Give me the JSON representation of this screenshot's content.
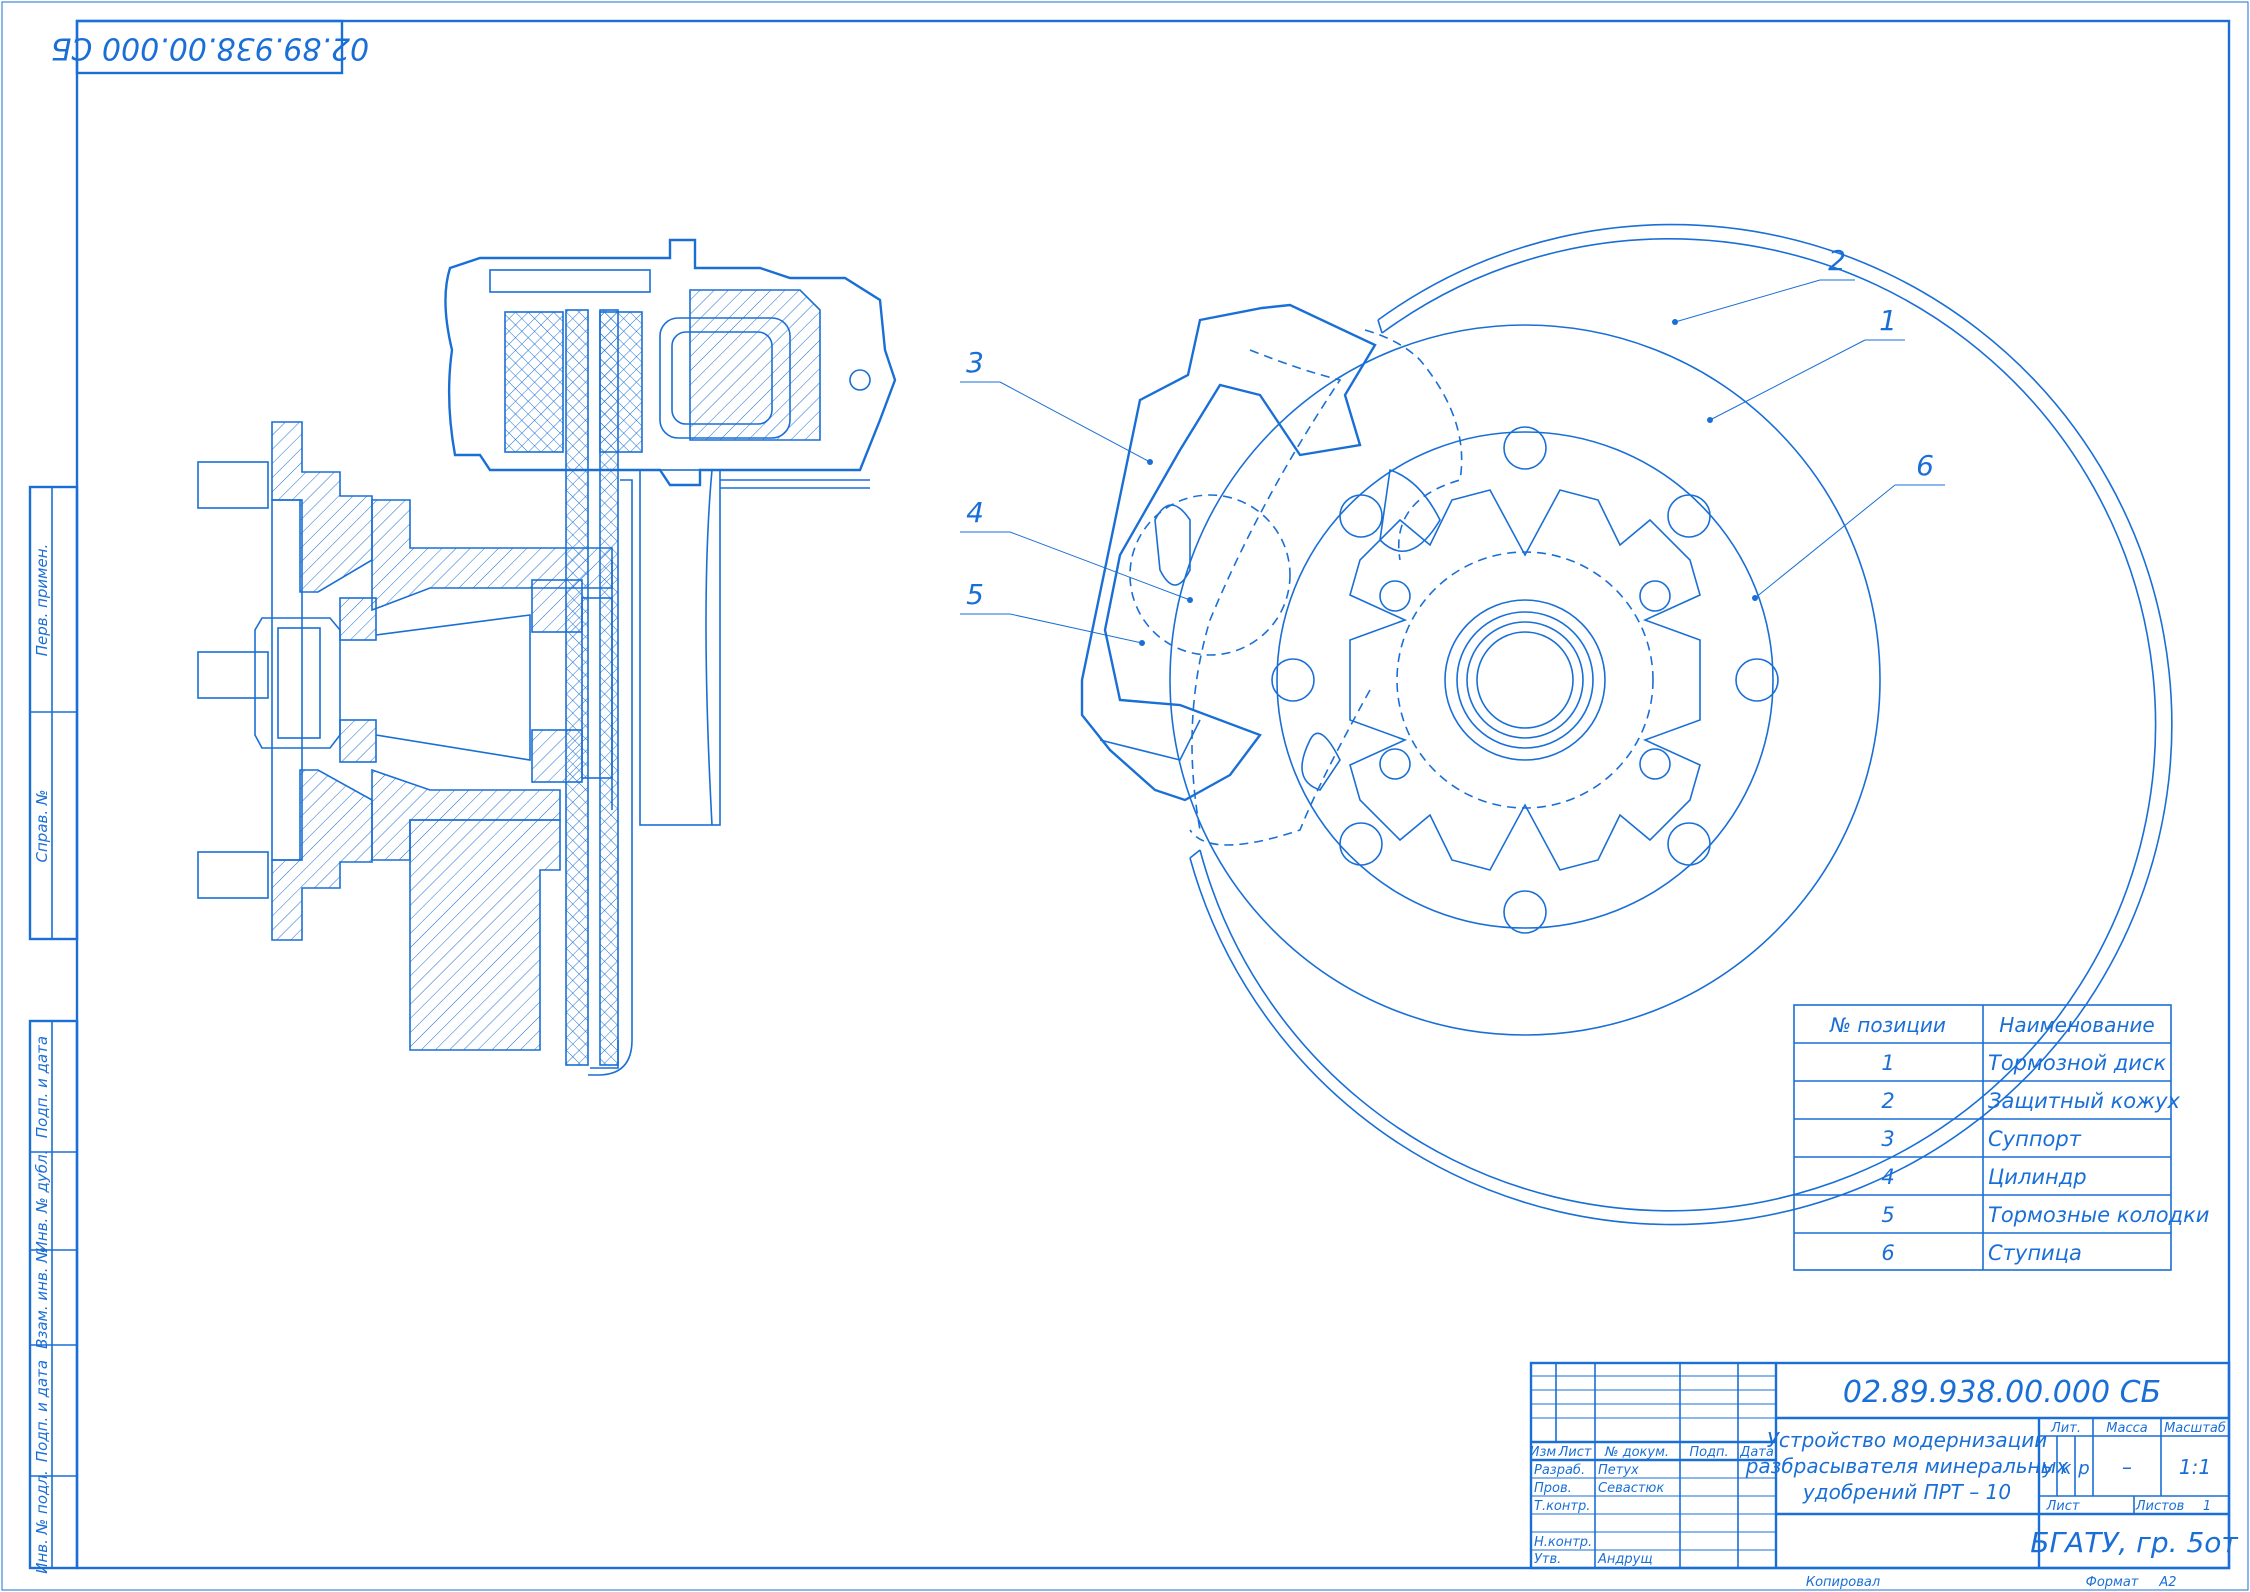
{
  "drawing_code": "02.89.938.00.000 СБ",
  "drawing_code_rotated": "02.89.938.00.000 СБ",
  "callouts": [
    "1",
    "2",
    "3",
    "4",
    "5",
    "6"
  ],
  "parts_table": {
    "headers": [
      "№ позиции",
      "Наименование"
    ],
    "rows": [
      {
        "pos": "1",
        "name": "Тормозной диск"
      },
      {
        "pos": "2",
        "name": "Защитный кожух"
      },
      {
        "pos": "3",
        "name": "Суппорт"
      },
      {
        "pos": "4",
        "name": "Цилиндр"
      },
      {
        "pos": "5",
        "name": "Тормозные колодки"
      },
      {
        "pos": "6",
        "name": "Ступица"
      }
    ]
  },
  "title_block": {
    "code": "02.89.938.00.000 СБ",
    "title_lines": [
      "Устройство модернизации",
      "разбрасывателя минеральных",
      "удобрений ПРТ – 10"
    ],
    "headers": {
      "izm": "Изм",
      "list": "Лист",
      "doc": "№ докум.",
      "sign": "Подп.",
      "date": "Дата"
    },
    "roles": [
      {
        "role": "Разраб.",
        "name": "Петух"
      },
      {
        "role": "Пров.",
        "name": "Севастюк"
      },
      {
        "role": "Т.контр.",
        "name": ""
      },
      {
        "role": "Н.контр.",
        "name": ""
      },
      {
        "role": "Утв.",
        "name": "Андрущ"
      }
    ],
    "lit_label": "Лит.",
    "mass_label": "Масса",
    "scale_label": "Масштаб",
    "lit_values": [
      "у",
      "к",
      "р"
    ],
    "mass_value": "–",
    "scale_value": "1:1",
    "sheet_label": "Лист",
    "sheets_label": "Листов",
    "sheets_value": "1",
    "organization": "БГАТУ, гр. 5от",
    "copied": "Копировал",
    "format_label": "Формат",
    "format_value": "А2"
  },
  "side_strip": [
    "Перв. примен.",
    "Справ. №",
    "Подп. и дата",
    "Инв. № дубл.",
    "Взам. инв. №",
    "Подп. и дата",
    "Инв. № подл."
  ],
  "colors": {
    "line": "#1a6fd6",
    "paper": "#ffffff"
  }
}
